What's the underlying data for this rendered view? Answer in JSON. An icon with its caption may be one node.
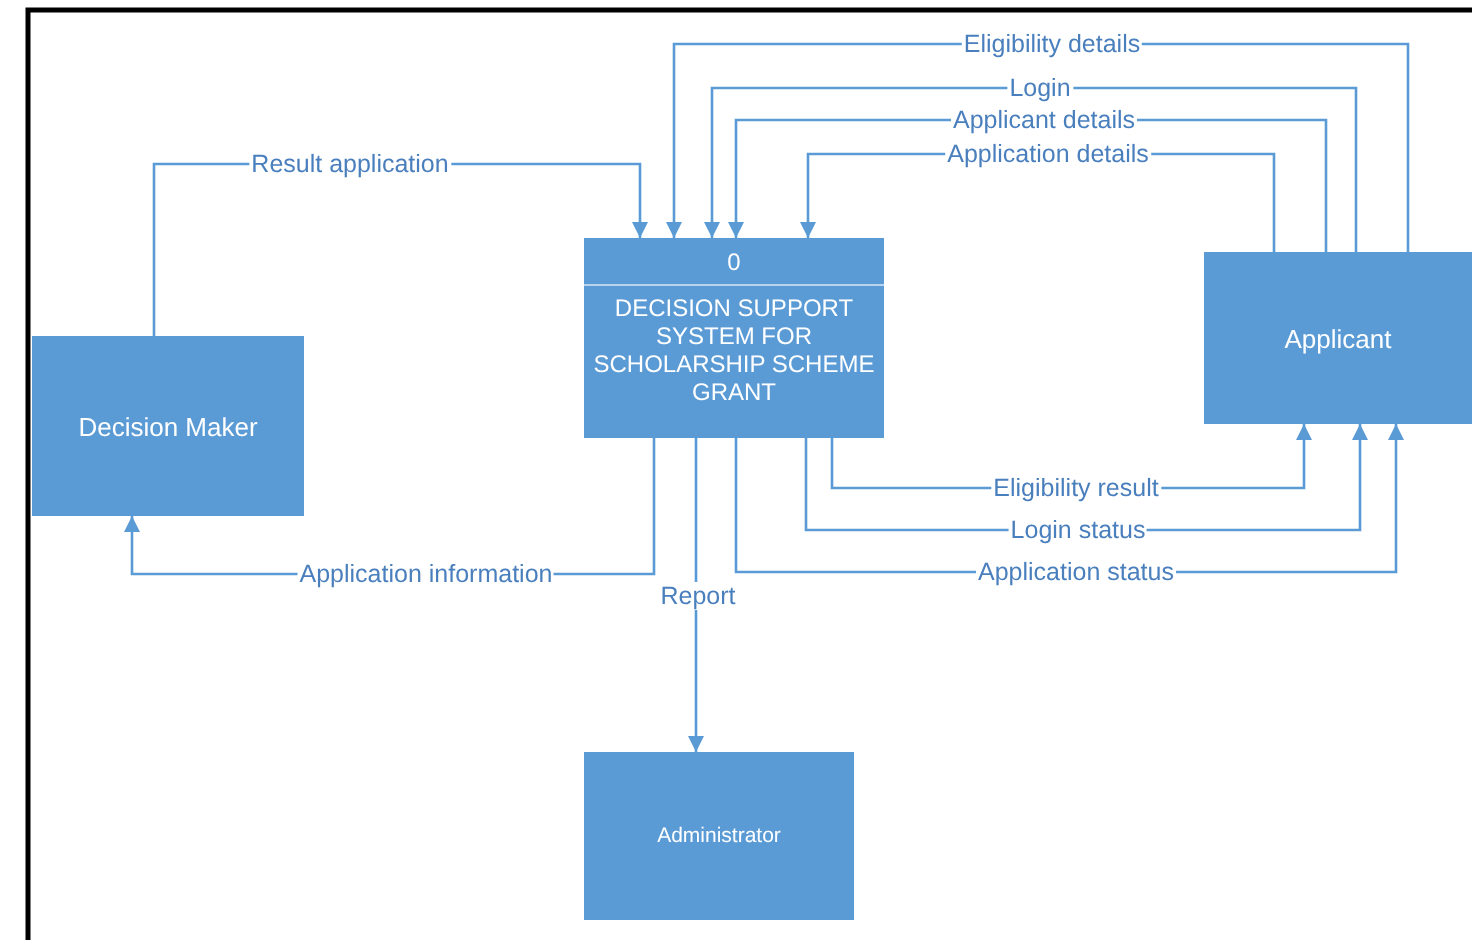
{
  "diagram": {
    "nodes": [
      {
        "text": [
          "Decision Maker"
        ]
      },
      {
        "text": [
          "0",
          "DECISION SUPPORT SYSTEM FOR SCHOLARSHIP SCHEME GRANT"
        ]
      },
      {
        "text": [
          "Applicant"
        ]
      },
      {
        "text": [
          "Administrator"
        ]
      }
    ],
    "edges": [
      {
        "from": 0,
        "to": 1,
        "arrow": "to",
        "label": "Result application"
      },
      {
        "from": 2,
        "to": 1,
        "arrow": "to",
        "label": "Eligibility details"
      },
      {
        "from": 2,
        "to": 1,
        "arrow": "to",
        "label": "Login"
      },
      {
        "from": 2,
        "to": 1,
        "arrow": "to",
        "label": "Applicant details"
      },
      {
        "from": 2,
        "to": 1,
        "arrow": "to",
        "label": "Application details"
      },
      {
        "from": 1,
        "to": 2,
        "arrow": "to",
        "label": "Eligibility result"
      },
      {
        "from": 1,
        "to": 2,
        "arrow": "to",
        "label": "Login status"
      },
      {
        "from": 1,
        "to": 2,
        "arrow": "to",
        "label": "Application status"
      },
      {
        "from": 1,
        "to": 0,
        "arrow": "to",
        "label": "Application information"
      },
      {
        "from": 1,
        "to": 3,
        "arrow": "to",
        "label": "Report"
      }
    ]
  }
}
